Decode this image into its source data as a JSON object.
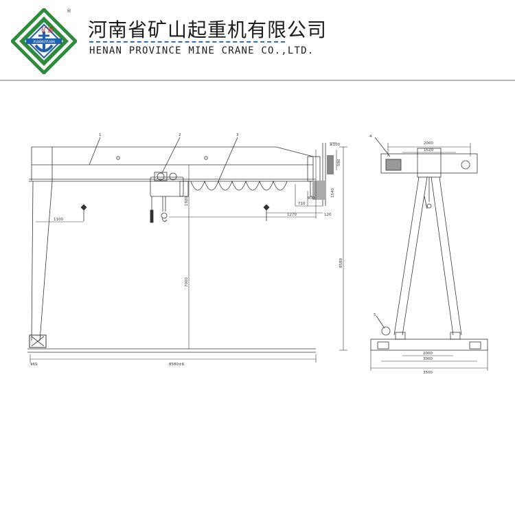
{
  "header": {
    "logo_text_top": "矿源",
    "logo_text_ring": "XUANGYUAN",
    "registered_mark": "®",
    "company_cn": "河南省矿山起重机有限公司",
    "company_en": "HENAN PROVINCE MINE CRANE CO.,LTD.",
    "colors": {
      "logo_green": "#2e8b3d",
      "logo_blue": "#1f5fb0",
      "accent_blue": "#2f6fb5"
    }
  },
  "drawing": {
    "front_view": {
      "callouts": [
        "1",
        "2",
        "3"
      ],
      "dimensions": {
        "top_offset": "≥100",
        "rail_height": "580",
        "right_height": "1540",
        "small_a": "900",
        "small_b": "710",
        "hook_left": "1100",
        "hook_right_a": "1270",
        "hook_right_b": "120",
        "lift_upper": "1920",
        "lift_height": "7000",
        "total_height": "8580",
        "leg_offset": "965",
        "span": "8580±6"
      }
    },
    "side_view": {
      "callouts": [
        "4",
        "5"
      ],
      "dimensions": {
        "top_outer": "2000",
        "top_inner": "1520",
        "wheel_base": "2000",
        "base_mid": "3000",
        "base_total": "3500"
      }
    }
  }
}
